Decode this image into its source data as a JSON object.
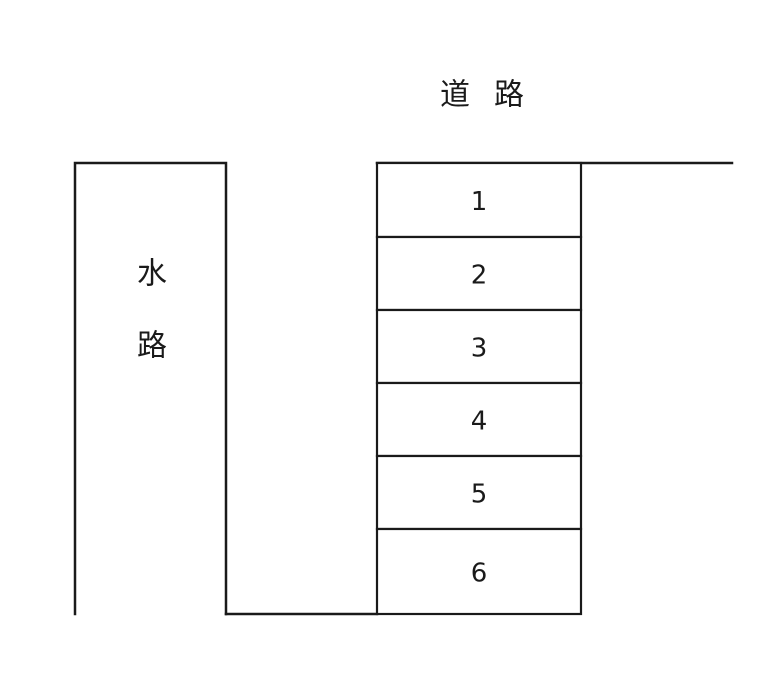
{
  "road_label": {
    "chars": [
      "道",
      "路"
    ]
  },
  "waterway_label": {
    "chars": [
      "水",
      "路"
    ]
  },
  "lots": [
    {
      "number": "1"
    },
    {
      "number": "2"
    },
    {
      "number": "3"
    },
    {
      "number": "4"
    },
    {
      "number": "5"
    },
    {
      "number": "6"
    }
  ],
  "colors": {
    "line": "#1a1a1a",
    "background": "#ffffff"
  }
}
